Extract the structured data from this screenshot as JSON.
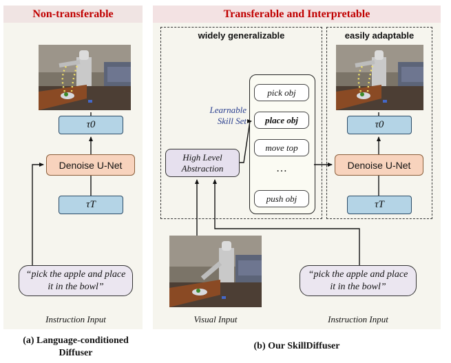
{
  "left_panel": {
    "banner": "Non-transferable",
    "tau_top": "τ0",
    "unet": "Denoise U-Net",
    "tau_bottom": "τT",
    "instruction_line1": "“pick the apple and place",
    "instruction_line2": "it in the bowl”",
    "input_label": "Instruction Input",
    "caption_line1": "(a) Language-conditioned",
    "caption_line2": "Diffuser"
  },
  "right_panel": {
    "banner": "Transferable and Interpretable",
    "generalizable_title": "widely generalizable",
    "adaptable_title": "easily adaptable",
    "skill_label_line1": "Learnable",
    "skill_label_line2": "Skill Set",
    "hla_line1": "High Level",
    "hla_line2": "Abstraction",
    "skills": [
      "pick obj",
      "place obj",
      "move top",
      "…",
      "push obj"
    ],
    "tau_top": "τ0",
    "unet": "Denoise U-Net",
    "tau_bottom": "τT",
    "visual_label": "Visual Input",
    "instruction_line1": "“pick the apple and place",
    "instruction_line2": "it in the bowl”",
    "instruction_label": "Instruction Input",
    "caption": "(b) Our SkillDiffuser"
  },
  "colors": {
    "banner_text": "#c00000",
    "tau_fill": "#b4d4e6",
    "unet_fill": "#f8d3bd",
    "abstraction_fill": "#e6e0ee",
    "skill_label": "#2a3f8f"
  },
  "icons": [
    "robot-scene-image-with-trajectory",
    "robot-scene-image-visual-input"
  ]
}
